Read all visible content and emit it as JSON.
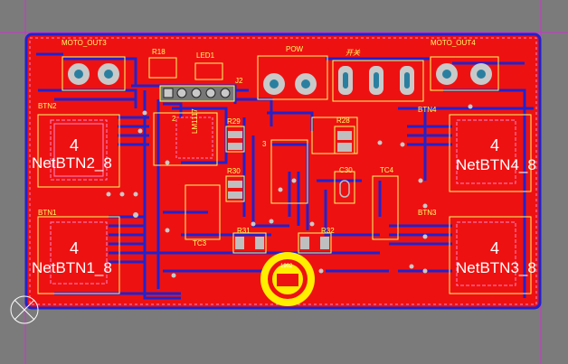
{
  "board": {
    "colors": {
      "background": "#7b7b7b",
      "board_fill": "#ee1111",
      "bottom_trace": "#2222cc",
      "silkscreen": "#ffff66",
      "pad": "#c9c9c9",
      "outline": "#cc33cc",
      "keepout_pink": "#ff88cc"
    },
    "labels": {
      "moto_out3": "MOTO_OUT3",
      "moto_out4": "MOTO_OUT4",
      "r18": "R18",
      "led1": "LED1",
      "pow": "POW",
      "switch": "开关",
      "j2": "J2",
      "btn2": "BTN2",
      "btn1": "BTN1",
      "btn3": "BTN3",
      "btn4": "BTN4",
      "lm1117": "LM1117",
      "num_2": "2",
      "num_3": "3",
      "r29": "R29",
      "r30": "R30",
      "r28": "R28",
      "c30": "C30",
      "tc4": "TC4",
      "tc3": "TC3",
      "r31": "R31",
      "r32": "R32",
      "logo_year": "1902"
    },
    "button_pads": [
      {
        "number": "4",
        "net": "NetBTN2_8"
      },
      {
        "number": "4",
        "net": "NetBTN1_8"
      },
      {
        "number": "4",
        "net": "NetBTN4_8"
      },
      {
        "number": "4",
        "net": "NetBTN3_8"
      }
    ]
  }
}
